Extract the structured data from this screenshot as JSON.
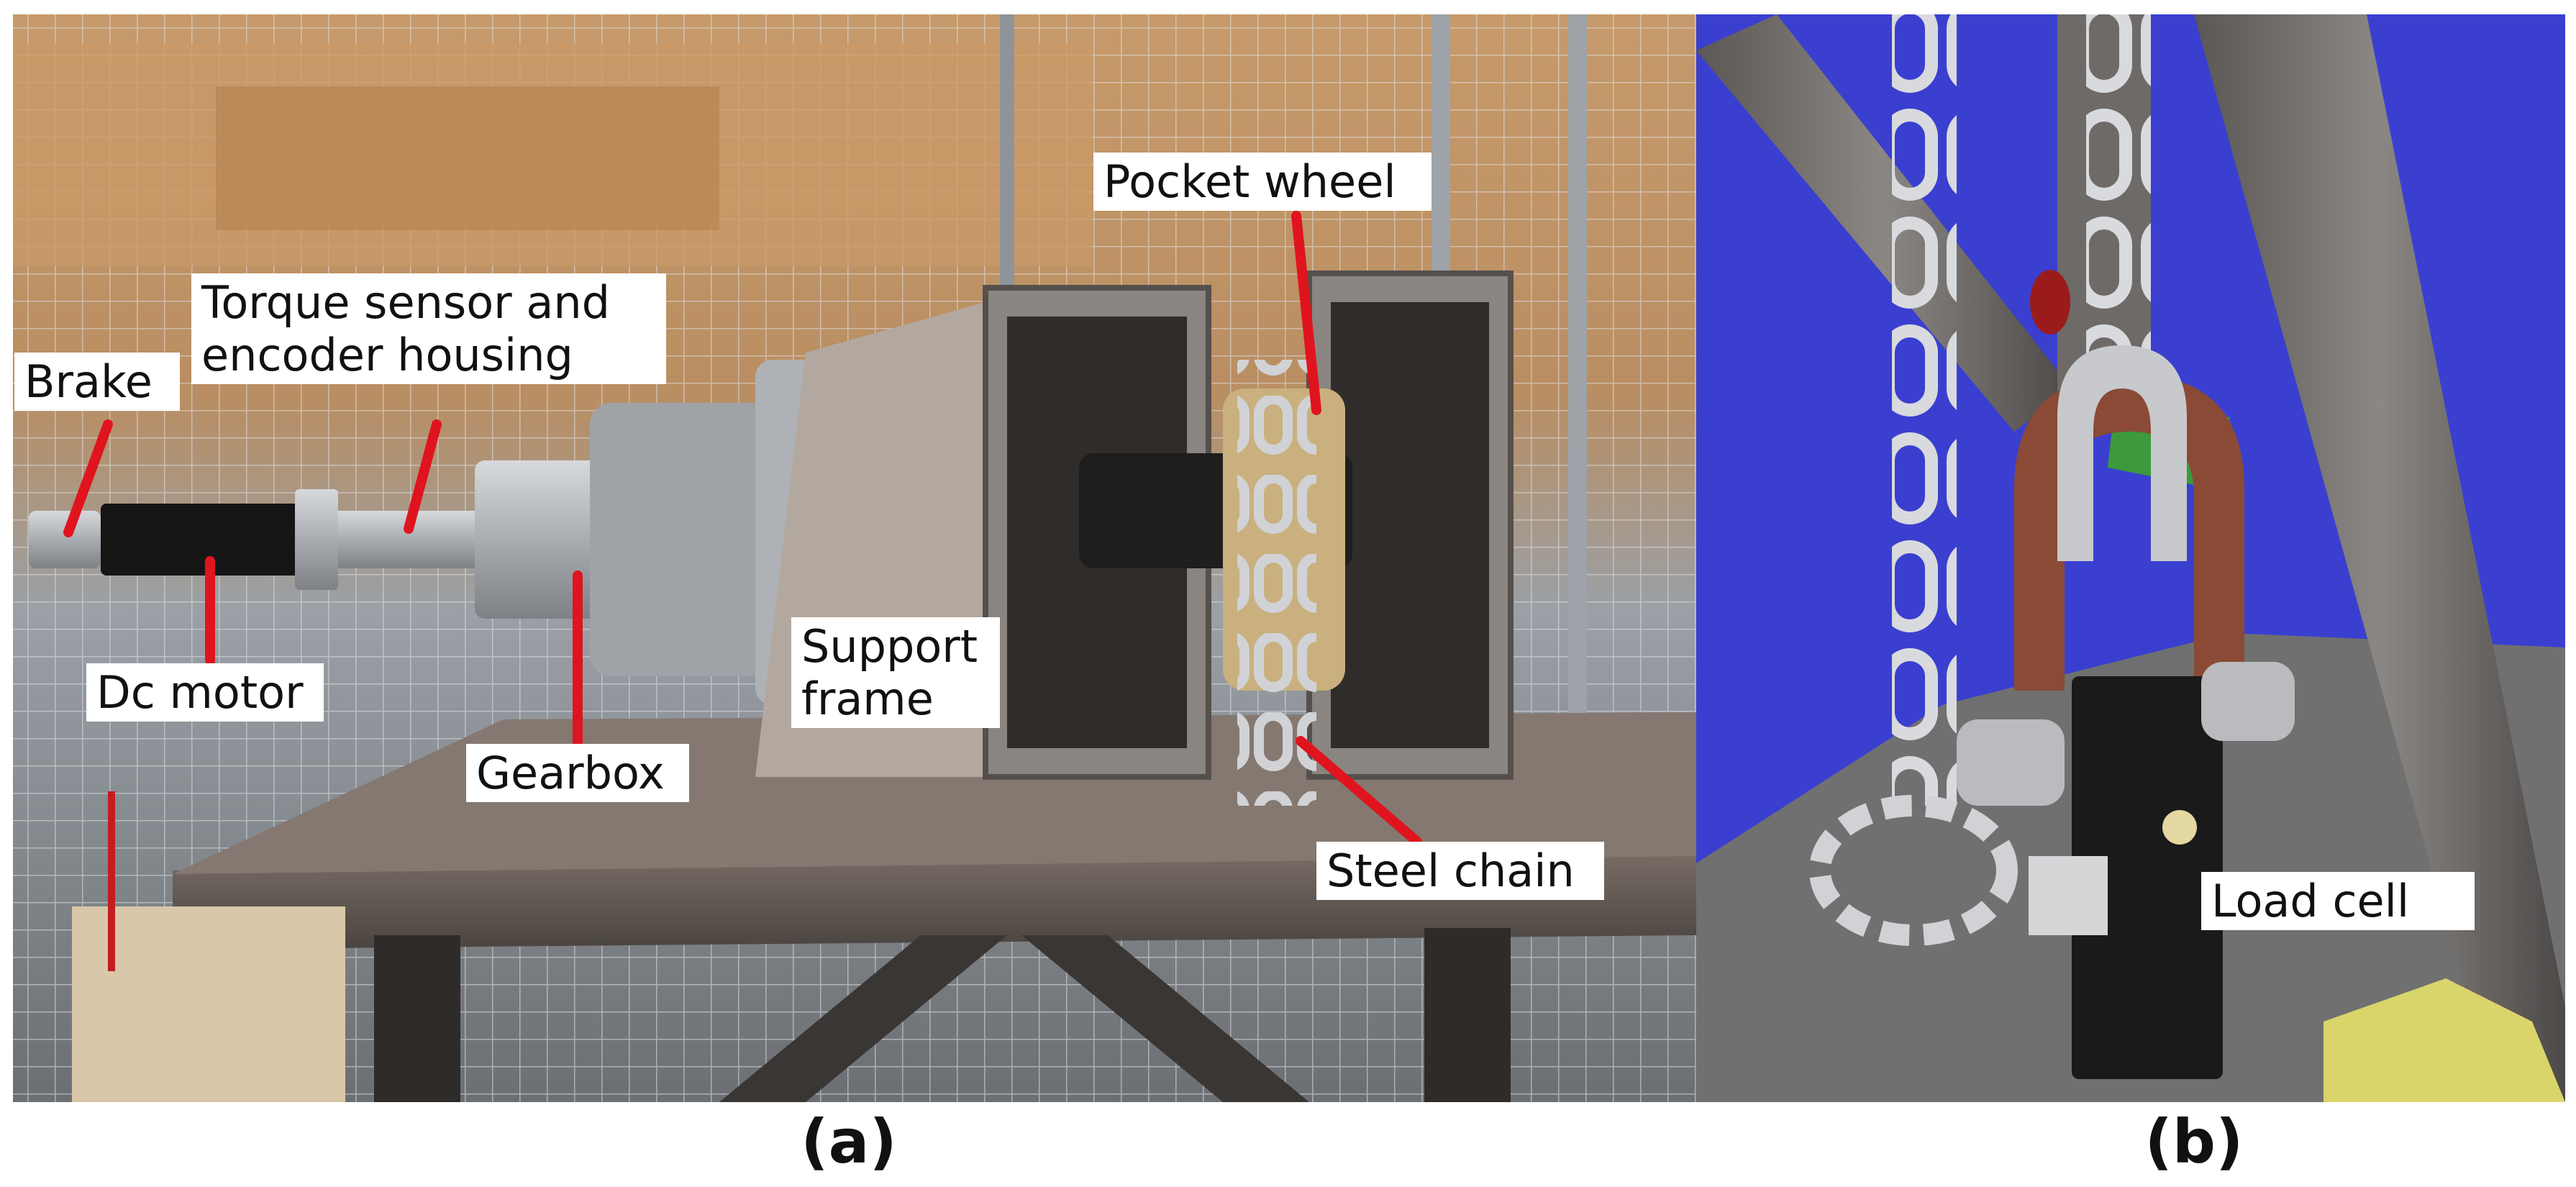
{
  "panels": [
    {
      "id": "a",
      "caption": "(a)"
    },
    {
      "id": "b",
      "caption": "(b)"
    }
  ],
  "labels": {
    "brake": "Brake",
    "torque_line1": "Torque sensor and",
    "torque_line2": "encoder housing",
    "dc_motor": "Dc motor",
    "gearbox": "Gearbox",
    "support_line1": "Support",
    "support_line2": "frame",
    "pocket_wheel": "Pocket wheel",
    "steel_chain": "Steel chain",
    "load_cell": "Load cell"
  },
  "colors": {
    "pointer": "#e0141e",
    "panel_b_background": "#3a3fd0",
    "floor_gray": "#707070",
    "steel": "#b8b8bc",
    "shackle": "#8a4a35"
  }
}
